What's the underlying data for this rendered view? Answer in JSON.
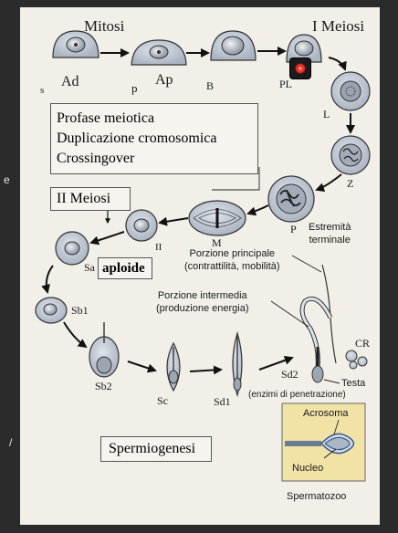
{
  "edge_text": [
    "e",
    "/"
  ],
  "header": {
    "mitosi": "Mitosi",
    "meiosi1": "I Meiosi"
  },
  "stages": {
    "ad": "Ad",
    "ap": "Ap",
    "s": "s",
    "p": "p",
    "b": "B",
    "pl": "PL",
    "l": "L",
    "z": "Z",
    "p2": "P",
    "m": "M",
    "ii": "II",
    "sa": "Sa",
    "sb1": "Sb1",
    "sb2": "Sb2",
    "sc": "Sc",
    "sd1": "Sd1",
    "sd2": "Sd2",
    "cr": "CR"
  },
  "meiotic_box": {
    "line1": "Profase meiotica",
    "line2": "Duplicazione cromosomica",
    "line3": "Crossingover"
  },
  "meiosi2_box": "II Meiosi",
  "aploide_box": "aploide",
  "sperm_labels": {
    "estremita_1": "Estremità",
    "estremita_2": "terminale",
    "principale_1": "Porzione principale",
    "principale_2": "(contrattilità, mobilità)",
    "intermedia_1": "Porzione intermedia",
    "intermedia_2": "(produzione energia)",
    "testa": "Testa",
    "testa_sub": "(enzimi di penetrazione)"
  },
  "spermiogenesi_box": "Spermiogenesi",
  "inset": {
    "acrosoma": "Acrosoma",
    "nucleo": "Nucleo",
    "caption": "Spermatozoo"
  },
  "colors": {
    "plate_bg": "#f1efe8",
    "cell_fill": "#c7cfda",
    "nucleus": "#7d8797",
    "inset_bg": "#f1e2a6",
    "record_dot": "#e8332a"
  }
}
